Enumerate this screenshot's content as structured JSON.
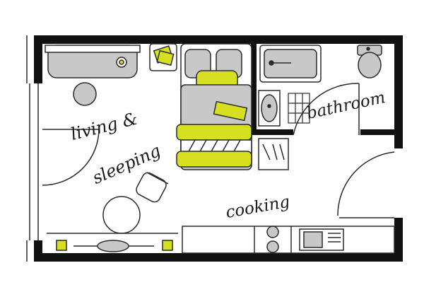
{
  "rooms": {
    "living": "living &",
    "sleeping": "sleeping",
    "cooking": "cooking",
    "bathroom": "bathroom"
  },
  "colors": {
    "wall": "#111111",
    "accent": "#d6e020",
    "furniture": "#c8c8c8",
    "line": "#2a2a2a"
  }
}
